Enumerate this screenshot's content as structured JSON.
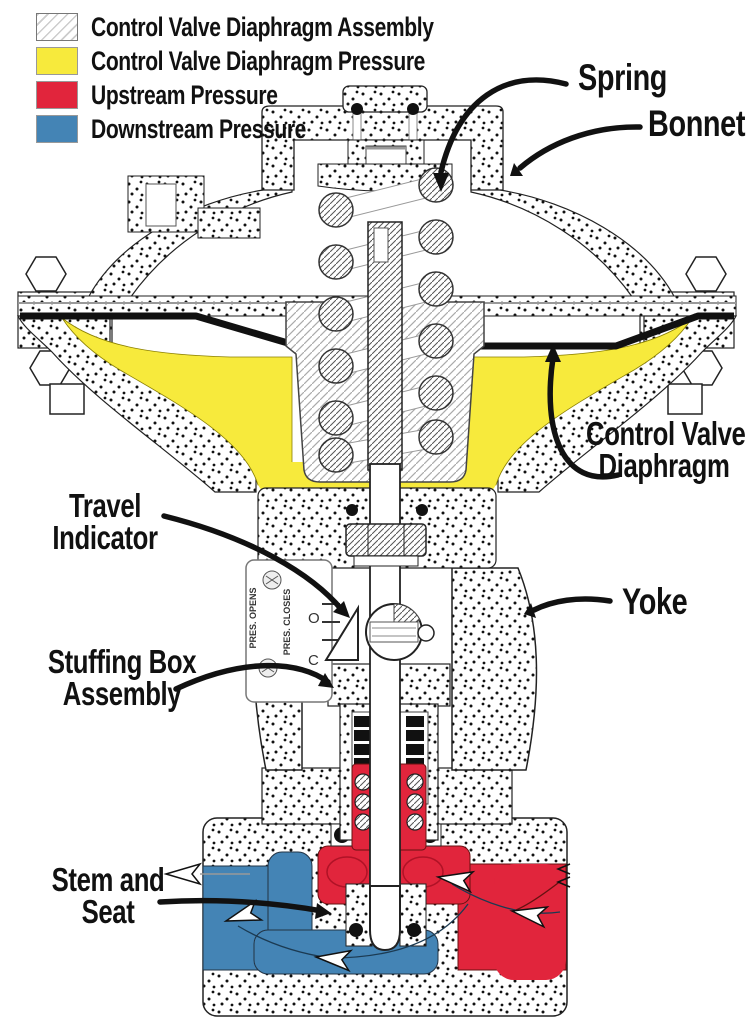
{
  "legend": {
    "items": [
      {
        "label": "Control Valve Diaphragm Assembly",
        "swatch": "hatch"
      },
      {
        "label": "Control Valve Diaphragm Pressure",
        "swatch": "yellow",
        "color": "#F7EA3C"
      },
      {
        "label": "Upstream Pressure",
        "swatch": "red",
        "color": "#E1253C"
      },
      {
        "label": "Downstream Pressure",
        "swatch": "blue",
        "color": "#4484B5"
      }
    ]
  },
  "labels": {
    "spring": "Spring",
    "bonnet": "Bonnet",
    "control_valve_diaphragm_line1": "Control Valve",
    "control_valve_diaphragm_line2": "Diaphragm",
    "travel_indicator_line1": "Travel",
    "travel_indicator_line2": "Indicator",
    "yoke": "Yoke",
    "stuffing_box_line1": "Stuffing Box",
    "stuffing_box_line2": "Assembly",
    "stem_seat_line1": "Stem and",
    "stem_seat_line2": "Seat"
  },
  "plate": {
    "pres_opens": "PRES. OPENS",
    "pres_closes": "PRES. CLOSES",
    "open_mark": "O",
    "closed_mark": "C"
  },
  "colors": {
    "diaphragm_pressure_yellow": "#F7EA3C",
    "upstream_red": "#E1253C",
    "downstream_blue": "#4484B5",
    "line_black": "#111111"
  }
}
